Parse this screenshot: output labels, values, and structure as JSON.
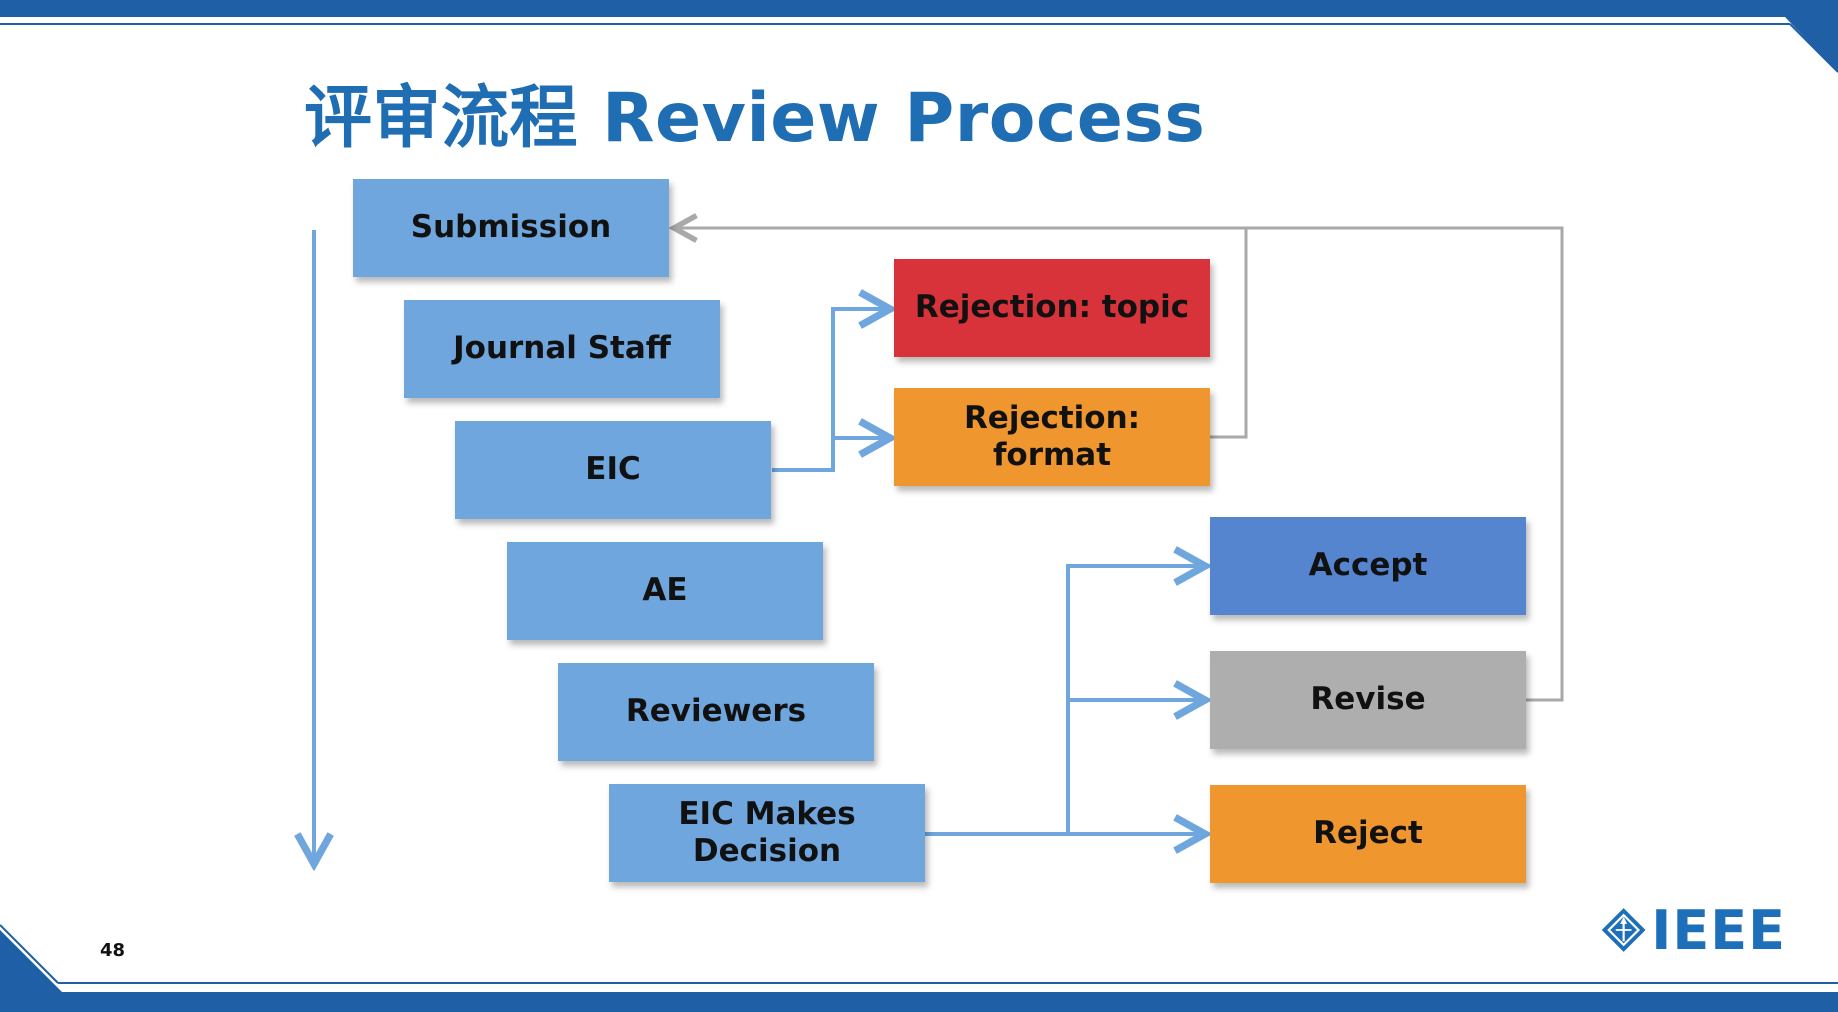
{
  "slide": {
    "title": "评审流程 Review Process",
    "page_number": "48"
  },
  "process": {
    "steps": [
      "Submission",
      "Journal Staff",
      "EIC",
      "AE",
      "Reviewers",
      "EIC Makes Decision"
    ],
    "early_rejections": [
      "Rejection: topic",
      "Rejection: format"
    ],
    "decisions": [
      "Accept",
      "Revise",
      "Reject"
    ]
  },
  "colors": {
    "title": "#1f6db3",
    "step": "#6fa6de",
    "rejection_topic": "#d8323a",
    "rejection_format": "#ef962f",
    "accept": "#5685d0",
    "revise": "#aeaeae",
    "reject": "#ef962f",
    "arrow_blue": "#6fa6de",
    "arrow_gray": "#a9a9a9",
    "banner": "#1f5fa6"
  },
  "logo": {
    "text": "IEEE",
    "icon": "ieee-diamond-icon"
  }
}
